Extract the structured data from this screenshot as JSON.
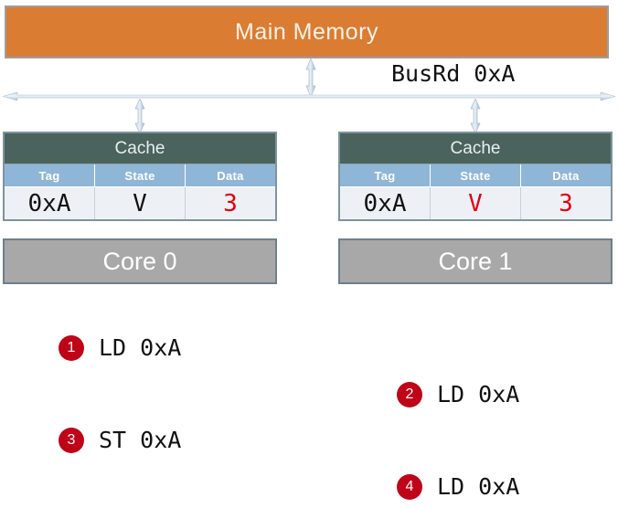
{
  "diagram": {
    "main_memory": {
      "label": "Main Memory",
      "color": "#DB7C33"
    },
    "bus": {
      "label": "BusRd 0xA",
      "line_color": "#B9CBDC"
    },
    "caches": [
      {
        "title": "Cache",
        "columns": [
          "Tag",
          "State",
          "Data"
        ],
        "values": [
          "0xA",
          "V",
          "3"
        ],
        "value_colors": [
          "#111111",
          "#111111",
          "#E2000F"
        ],
        "core_label": "Core 0"
      },
      {
        "title": "Cache",
        "columns": [
          "Tag",
          "State",
          "Data"
        ],
        "values": [
          "0xA",
          "V",
          "3"
        ],
        "value_colors": [
          "#111111",
          "#E2000F",
          "#E2000F"
        ],
        "core_label": "Core 1"
      }
    ],
    "instructions": [
      {
        "number": "1",
        "text": "LD 0xA"
      },
      {
        "number": "2",
        "text": "LD 0xA"
      },
      {
        "number": "3",
        "text": "ST 0xA"
      },
      {
        "number": "4",
        "text": "LD 0xA"
      }
    ],
    "colors": {
      "badge": "#C00418",
      "cache_header": "#4A635C",
      "column_header": "#8FB6D6",
      "core": "#A8A8A8"
    }
  }
}
